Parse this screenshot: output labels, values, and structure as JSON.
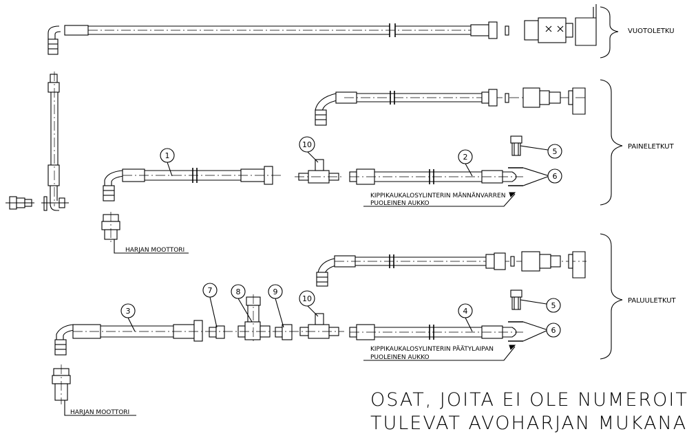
{
  "groups": {
    "vuoto": "VUOTOLETKU",
    "paine": "PAINELETKUT",
    "paluu": "PALUULETKUT"
  },
  "callouts": {
    "n1": "1",
    "n2": "2",
    "n3": "3",
    "n4": "4",
    "n5a": "5",
    "n5b": "5",
    "n6a": "6",
    "n6b": "6",
    "n7": "7",
    "n8": "8",
    "n9": "9",
    "n10a": "10",
    "n10b": "10"
  },
  "labels": {
    "motor1": "HARJAN MOOTTORI",
    "motor2": "HARJAN MOOTTORI",
    "cyl_rod_1": "KIPPIKAUKALOSYLINTERIN MÄNNÄNVARREN",
    "cyl_rod_2": "PUOLEINEN AUKKO",
    "cyl_end_1": "KIPPIKAUKALOSYLINTERIN PÄÄTYLAIPAN",
    "cyl_end_2": "PUOLEINEN AUKKO"
  },
  "note": {
    "line1": "OSAT, JOITA EI OLE NUMEROITA",
    "line2": "TULEVAT AVOHARJAN MUKANA"
  }
}
